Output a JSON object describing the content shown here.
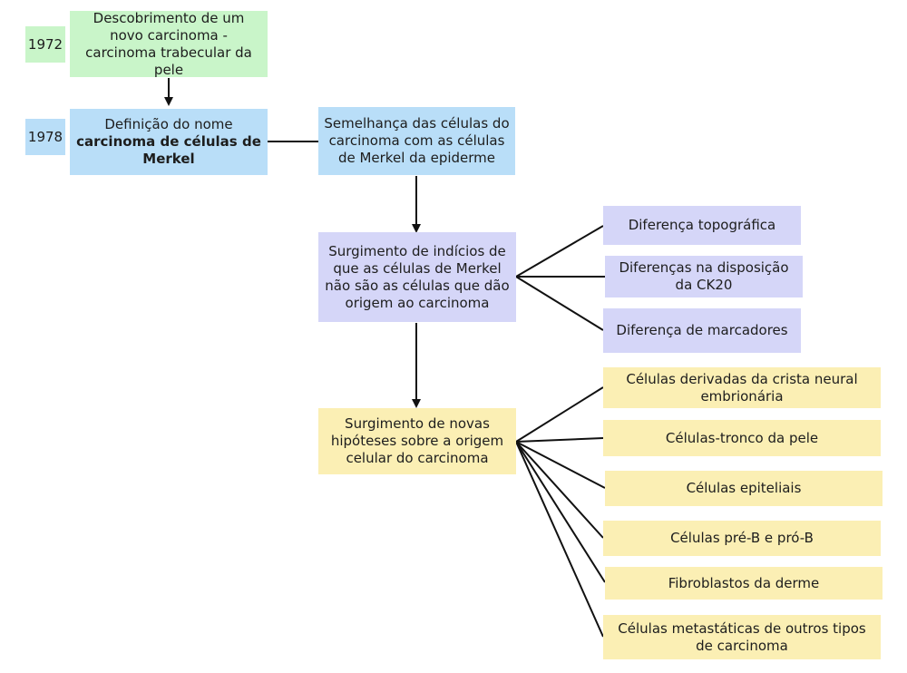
{
  "timeline": {
    "year_1972": "1972",
    "year_1978": "1978"
  },
  "boxes": {
    "discovery": "Descobrimento de um novo carcinoma - carcinoma trabecular da pele",
    "naming_prefix": "Definição do nome",
    "naming_bold": "carcinoma de células de Merkel",
    "similarity": "Semelhança das células do carcinoma com as células de Merkel da epiderme",
    "evidence": "Surgimento de indícios de que as células de Merkel não são as células que dão origem ao carcinoma",
    "hypotheses": "Surgimento de novas hipóteses sobre a origem celular do carcinoma"
  },
  "evidence_items": [
    "Diferença topográfica",
    "Diferenças na disposição da CK20",
    "Diferença de marcadores"
  ],
  "hypothesis_items": [
    "Células derivadas da crista neural embrionária",
    "Células-tronco da pele",
    "Células epiteliais",
    "Células pré-B e pró-B",
    "Fibroblastos da derme",
    "Células metastáticas de outros tipos de carcinoma"
  ],
  "colors": {
    "green": "#c9f5c9",
    "blue": "#b9def8",
    "purple": "#d5d6f8",
    "yellow": "#fbefb4",
    "line": "#111111"
  }
}
